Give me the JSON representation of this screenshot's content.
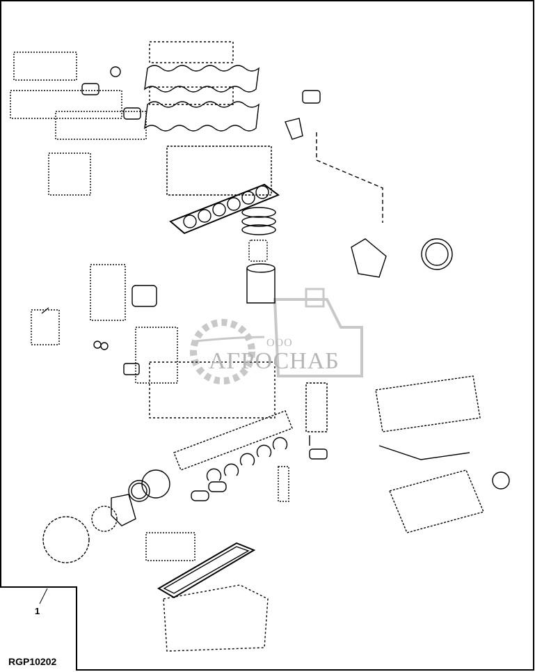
{
  "diagram": {
    "title": "Engine gasket kit exploded view",
    "callouts": [
      {
        "label": "1"
      }
    ],
    "figure_id": "RGP10202",
    "watermark": {
      "prefix": "ООО",
      "name": "АГРОСНАБ"
    },
    "colors": {
      "line": "#000000",
      "watermark": "#b5b5b5",
      "background": "#ffffff"
    }
  }
}
